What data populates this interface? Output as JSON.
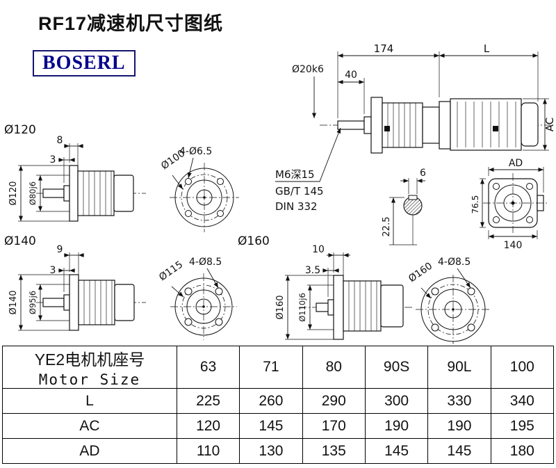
{
  "header": {
    "title": "RF17减速机尺寸图纸",
    "logo": "BOSERL"
  },
  "main_view": {
    "dim_174": "174",
    "dim_L": "L",
    "dim_40": "40",
    "shaft_dia": "Ø20k6",
    "dim_AC": "AC",
    "note_tap": "M6深15",
    "note_gbt": "GB/T 145",
    "note_din": "DIN 332",
    "dim_key_width": "6",
    "dim_22_5": "22.5",
    "dim_AD": "AD",
    "dim_76_5": "76.5",
    "dim_140": "140"
  },
  "unit_120": {
    "label": "Ø120",
    "dim_8": "8",
    "dim_3": "3",
    "flange_dia": "Ø120",
    "pilot_dia": "Ø80j6",
    "holes": "4-Ø6.5",
    "circle_callout": "Ø100"
  },
  "unit_140": {
    "label": "Ø140",
    "dim_9": "9",
    "dim_3": "3",
    "flange_dia": "Ø140",
    "pilot_dia": "Ø95j6",
    "holes": "4-Ø8.5",
    "circle_callout": "Ø115"
  },
  "unit_160": {
    "label": "Ø160",
    "dim_10": "10",
    "dim_3_5": "3.5",
    "flange_dia": "Ø160",
    "pilot_dia": "Ø110j6",
    "holes": "4-Ø8.5",
    "circle_callout": "Ø160"
  },
  "table": {
    "header": {
      "cn": "YE2电机机座号",
      "en": "Motor Size"
    },
    "sizes": [
      "63",
      "71",
      "80",
      "90S",
      "90L",
      "100"
    ],
    "rows": [
      {
        "label": "L",
        "values": [
          "225",
          "260",
          "290",
          "300",
          "330",
          "340"
        ]
      },
      {
        "label": "AC",
        "values": [
          "120",
          "145",
          "170",
          "190",
          "190",
          "195"
        ]
      },
      {
        "label": "AD",
        "values": [
          "110",
          "130",
          "135",
          "145",
          "145",
          "180"
        ]
      }
    ]
  }
}
